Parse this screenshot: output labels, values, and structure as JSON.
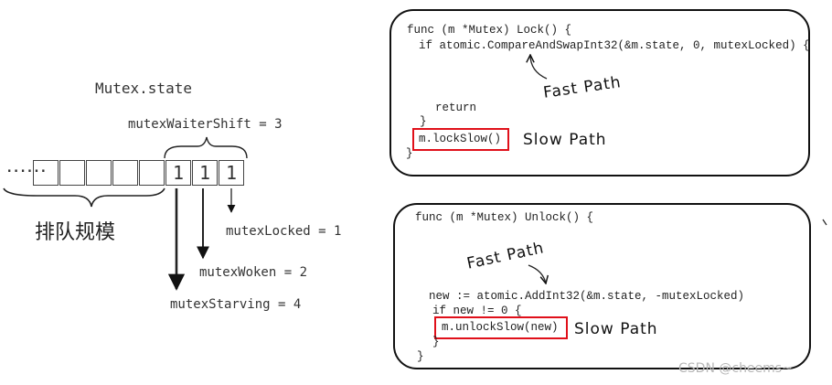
{
  "left": {
    "title": "Mutex.state",
    "waiter_shift": "mutexWaiterShift = 3",
    "dots": "......",
    "bits": [
      "1",
      "1",
      "1"
    ],
    "locked": "mutexLocked = 1",
    "woken": "mutexWoken = 2",
    "starving": "mutexStarving = 4",
    "queue_size": "排队规模"
  },
  "lock_box": {
    "line1": "func (m *Mutex) Lock() {",
    "line2": "if atomic.CompareAndSwapInt32(&m.state, 0, mutexLocked) {",
    "return": "return",
    "inner_close": "}",
    "slow_call": "m.lockSlow()",
    "outer_close": "}",
    "fast_path": "Fast Path",
    "slow_path": "Slow Path"
  },
  "unlock_box": {
    "line1": "func (m *Mutex) Unlock() {",
    "line2": "new := atomic.AddInt32(&m.state, -mutexLocked)",
    "line3": "if new != 0 {",
    "slow_call": "m.unlockSlow(new)",
    "inner_close": "}",
    "outer_close": "}",
    "fast_path": "Fast Path",
    "slow_path": "Slow Path"
  },
  "watermark": "CSDN @cheems~",
  "colors": {
    "highlight": "#e0101a",
    "ink": "#111111"
  }
}
